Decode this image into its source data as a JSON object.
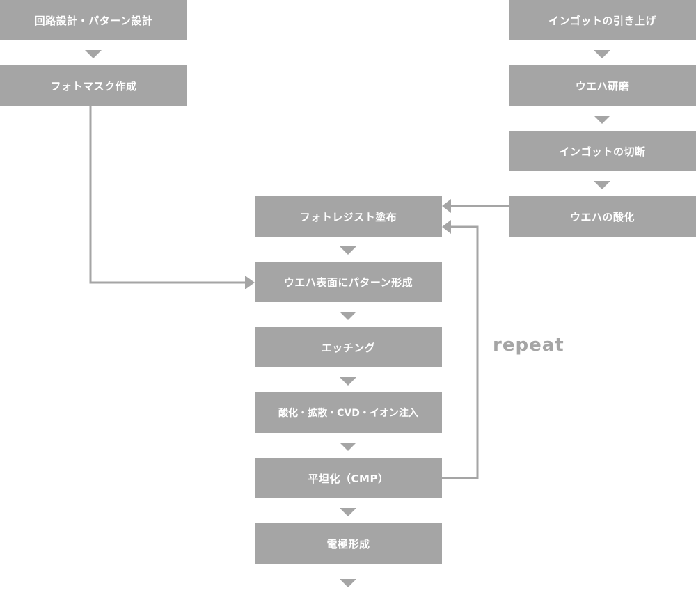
{
  "colors": {
    "box_fill": "#a5a5a5",
    "box_text": "#ffffff",
    "connector": "#a5a5a5"
  },
  "left_column": {
    "steps": [
      "回路設計・パターン設計",
      "フォトマスク作成"
    ]
  },
  "right_column": {
    "steps": [
      "インゴットの引き上げ",
      "ウエハ研磨",
      "インゴットの切断",
      "ウエハの酸化"
    ]
  },
  "center_column": {
    "steps": [
      "フォトレジスト塗布",
      "ウエハ表面にパターン形成",
      "エッチング",
      "酸化・拡散・CVD・イオン注入",
      "平坦化（CMP）",
      "電極形成"
    ]
  },
  "loop": {
    "label": "repeat"
  }
}
